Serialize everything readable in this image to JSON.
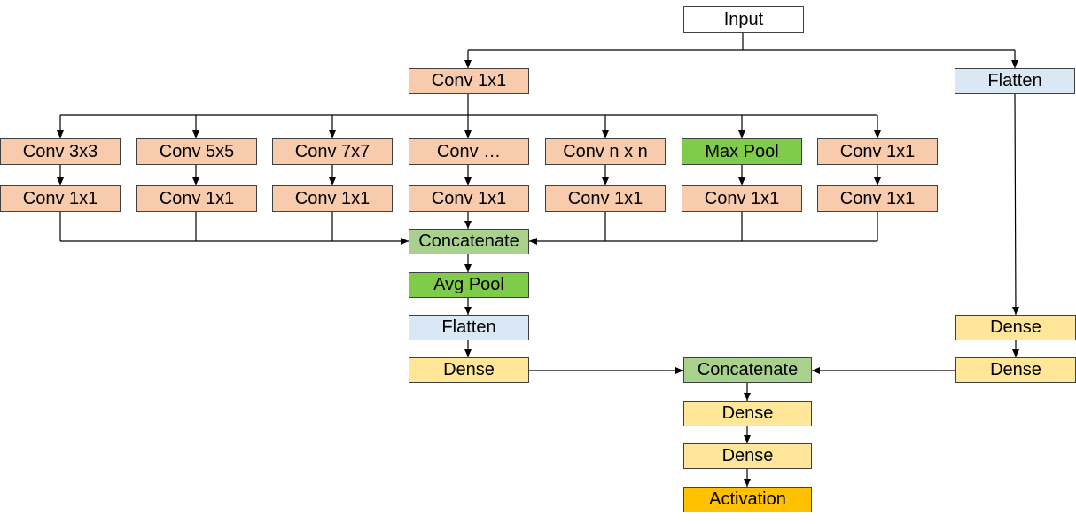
{
  "colors": {
    "white": "#ffffff",
    "conv": "#f8cbad",
    "flatten": "#dae8f5",
    "pool": "#7fcc4b",
    "concatenate": "#a9d18e",
    "dense": "#ffe699",
    "activation": "#ffc000",
    "border": "#404040",
    "edge": "#000000"
  },
  "nodes": {
    "input": "Input",
    "conv_1x1_top": "Conv 1x1",
    "flatten_right": "Flatten",
    "branches": [
      {
        "first": "Conv 3x3",
        "second": "Conv 1x1"
      },
      {
        "first": "Conv 5x5",
        "second": "Conv 1x1"
      },
      {
        "first": "Conv 7x7",
        "second": "Conv 1x1"
      },
      {
        "first": "Conv …",
        "second": "Conv 1x1"
      },
      {
        "first": "Conv n x n",
        "second": "Conv 1x1"
      },
      {
        "first": "Max Pool",
        "second": "Conv 1x1"
      },
      {
        "first": "Conv 1x1",
        "second": "Conv 1x1"
      }
    ],
    "concat_inception": "Concatenate",
    "avg_pool": "Avg Pool",
    "flatten_left": "Flatten",
    "dense_left": "Dense",
    "dense_right_1": "Dense",
    "dense_right_2": "Dense",
    "concat_final": "Concatenate",
    "dense_final_1": "Dense",
    "dense_final_2": "Dense",
    "activation": "Activation"
  }
}
